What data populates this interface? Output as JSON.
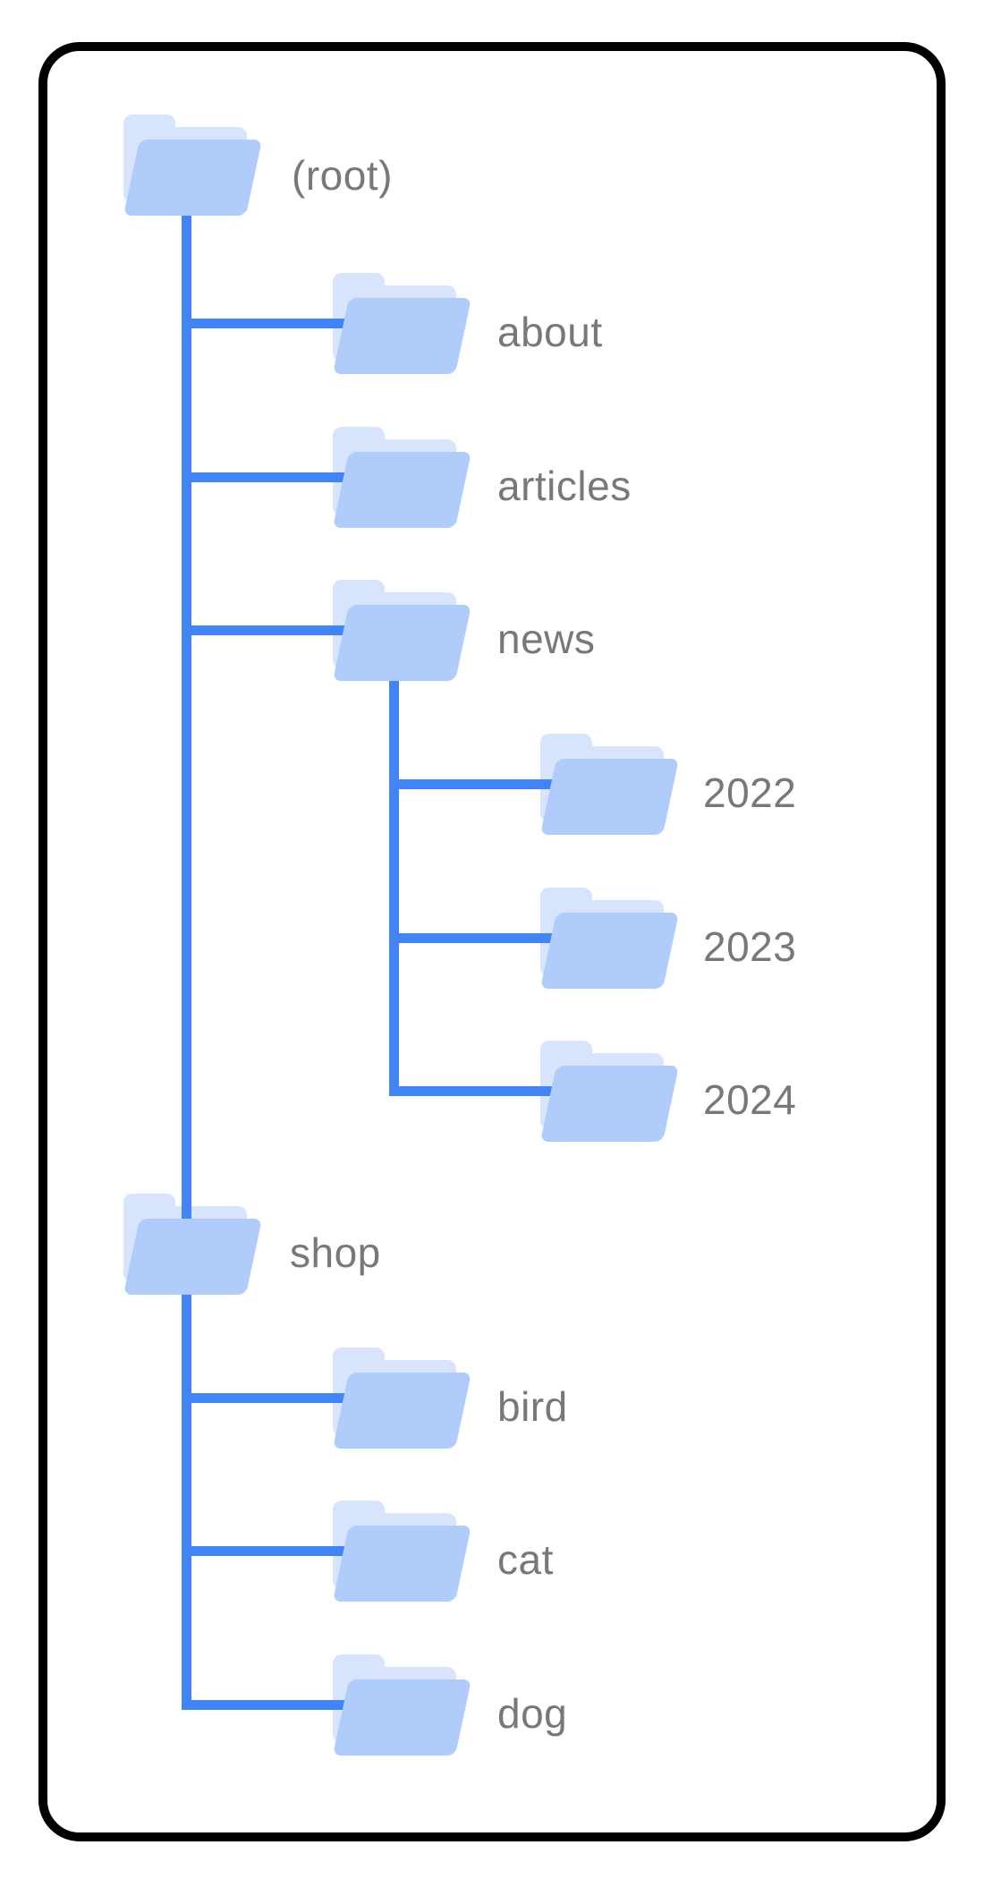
{
  "colors": {
    "line": "#4284F4",
    "folder_front": "#AFCCFA",
    "folder_back": "#D7E4FC",
    "text": "#77787B",
    "border": "#000000"
  },
  "tree": {
    "nodes": [
      {
        "id": "root",
        "label": "(root)",
        "level": 0
      },
      {
        "id": "about",
        "label": "about",
        "level": 1
      },
      {
        "id": "articles",
        "label": "articles",
        "level": 1
      },
      {
        "id": "news",
        "label": "news",
        "level": 1
      },
      {
        "id": "2022",
        "label": "2022",
        "level": 2
      },
      {
        "id": "2023",
        "label": "2023",
        "level": 2
      },
      {
        "id": "2024",
        "label": "2024",
        "level": 2
      },
      {
        "id": "shop",
        "label": "shop",
        "level": 0
      },
      {
        "id": "bird",
        "label": "bird",
        "level": 1
      },
      {
        "id": "cat",
        "label": "cat",
        "level": 1
      },
      {
        "id": "dog",
        "label": "dog",
        "level": 1
      }
    ],
    "edges": [
      {
        "from": "(root)",
        "to": "about"
      },
      {
        "from": "(root)",
        "to": "articles"
      },
      {
        "from": "(root)",
        "to": "news"
      },
      {
        "from": "(root)",
        "to": "shop"
      },
      {
        "from": "news",
        "to": "2022"
      },
      {
        "from": "news",
        "to": "2023"
      },
      {
        "from": "news",
        "to": "2024"
      },
      {
        "from": "shop",
        "to": "bird"
      },
      {
        "from": "shop",
        "to": "cat"
      },
      {
        "from": "shop",
        "to": "dog"
      }
    ]
  }
}
